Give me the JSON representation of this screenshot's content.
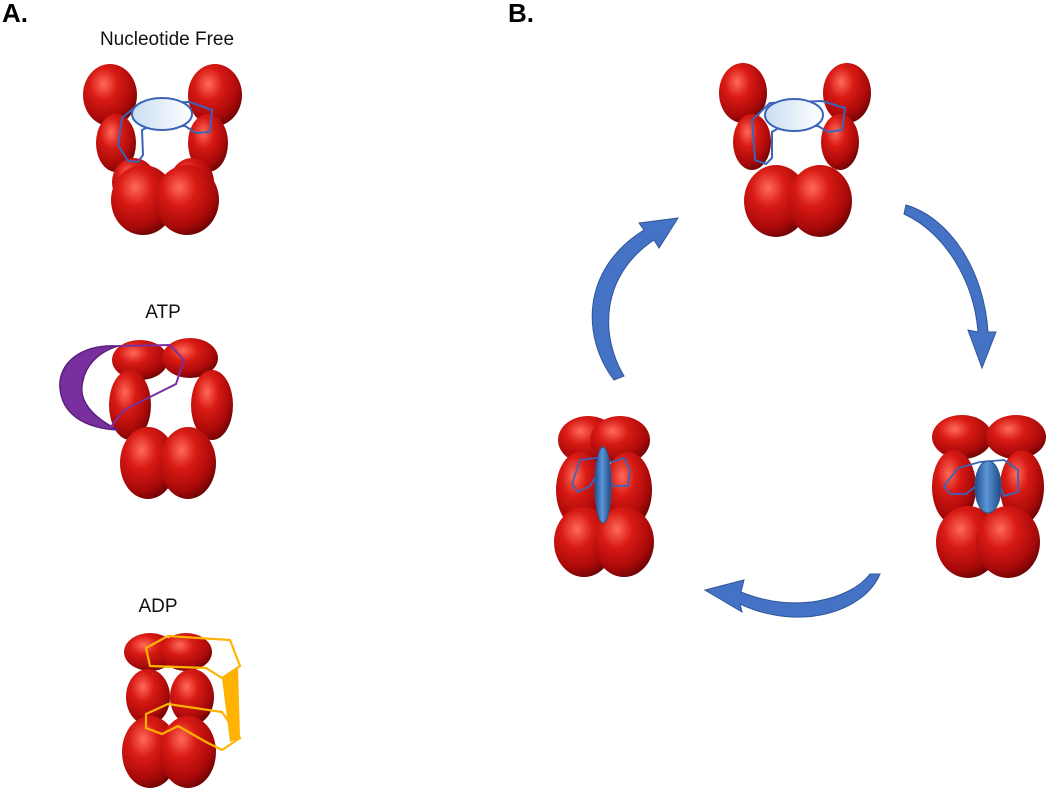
{
  "panels": {
    "a_label": "A.",
    "b_label": "B."
  },
  "states": {
    "nucleotide_free": "Nucleotide Free",
    "atp": "ATP",
    "adp": "ADP"
  },
  "colors": {
    "protein": "#b50d0d",
    "protein_dark": "#5e0303",
    "protein_light": "#ff6a5a",
    "substrate_blue": "#3a64b8",
    "atp_purple": "#7a2f9e",
    "adp_orange": "#ffb300",
    "arrow_blue": "#4472c4"
  }
}
